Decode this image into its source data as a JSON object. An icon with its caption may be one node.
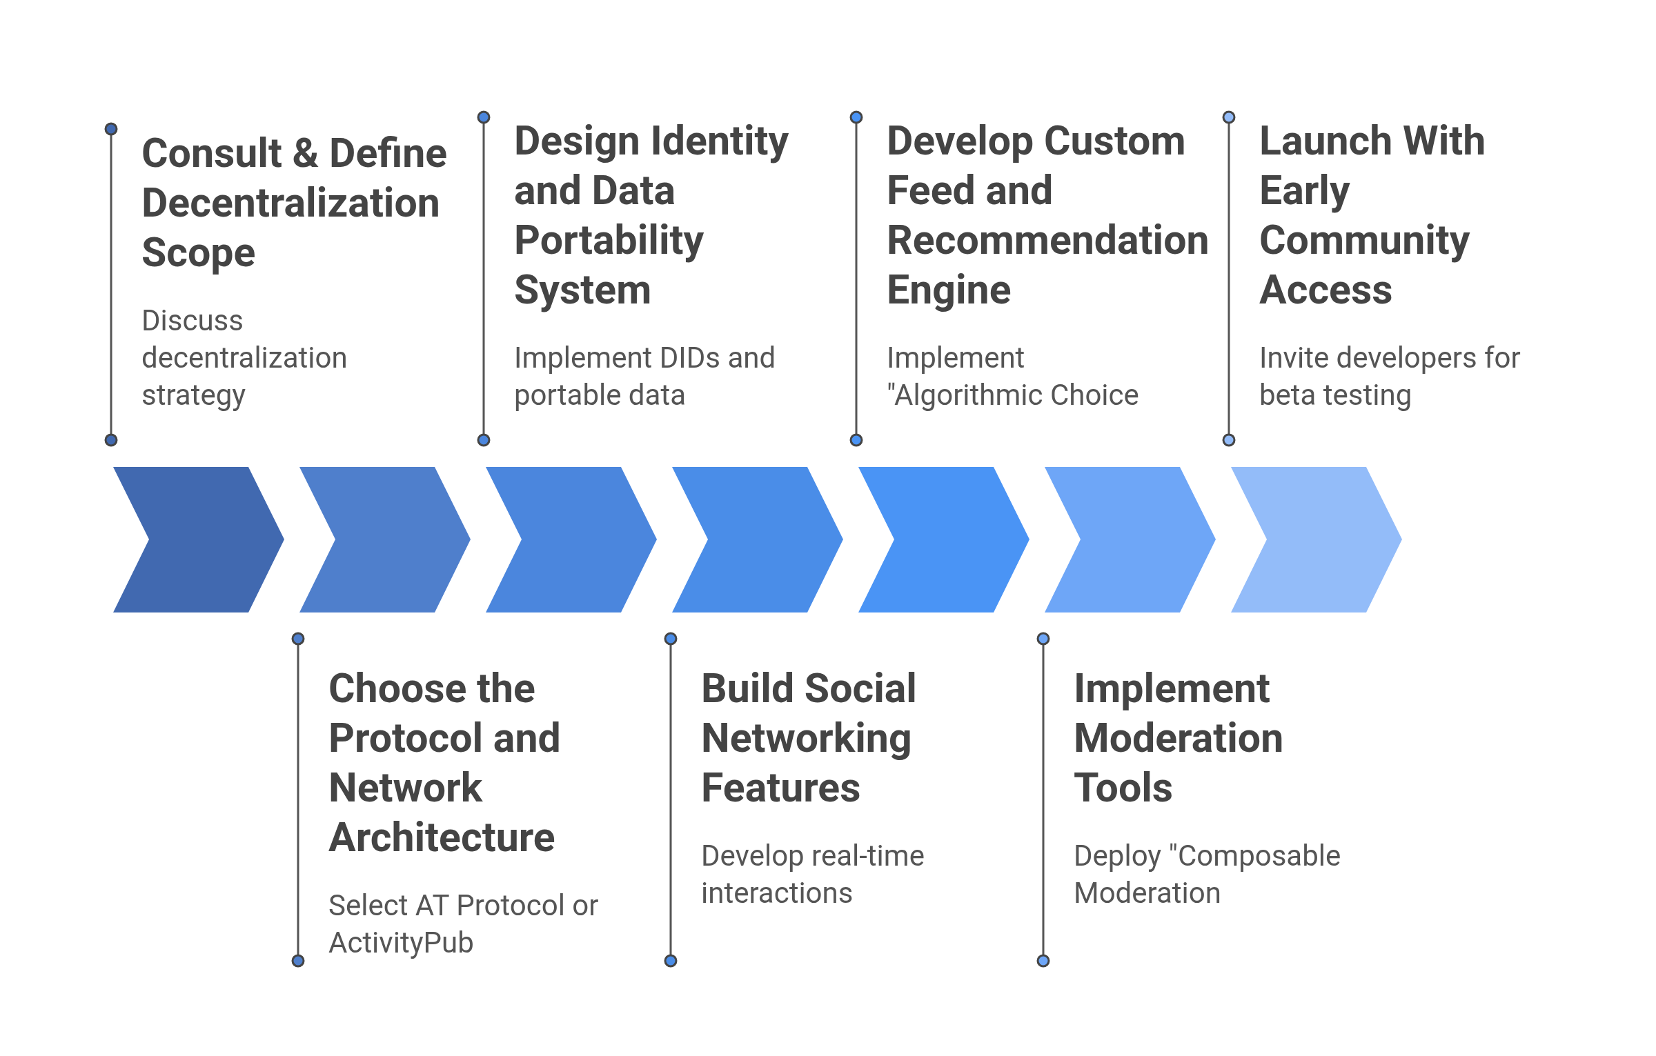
{
  "diagram": {
    "nodes": [
      {
        "text": [],
        "shape": "chevron",
        "beside": [
          "Consult & Define Decentralization Scope",
          "Discuss decentralization strategy"
        ]
      },
      {
        "text": [],
        "shape": "chevron",
        "beside": [
          "Choose the Protocol and Network Architecture",
          "Select AT Protocol or ActivityPub"
        ]
      },
      {
        "text": [],
        "shape": "chevron",
        "beside": [
          "Design Identity and Data Portability System",
          "Implement DIDs and portable data"
        ]
      },
      {
        "text": [],
        "shape": "chevron",
        "beside": [
          "Build Social Networking Features",
          "Develop real-time interactions"
        ]
      },
      {
        "text": [],
        "shape": "chevron",
        "beside": [
          "Develop Custom Feed and Recommendation Engine",
          "Implement \"Algorithmic Choice"
        ]
      },
      {
        "text": [],
        "shape": "chevron",
        "beside": [
          "Implement Moderation Tools",
          "Deploy \"Composable Moderation"
        ]
      },
      {
        "text": [],
        "shape": "chevron",
        "beside": [
          "Launch With Early Community Access",
          "Invite developers for beta testing"
        ]
      }
    ]
  }
}
